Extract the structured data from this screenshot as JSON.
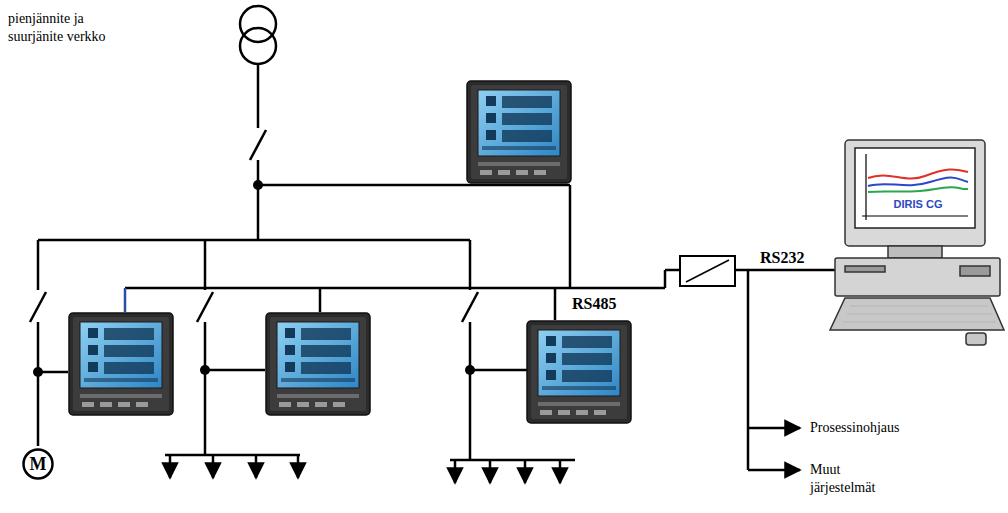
{
  "diagram": {
    "nodes": [
      {
        "text": [
          "M"
        ]
      },
      {
        "text": [
          "DIRIS CG"
        ]
      }
    ],
    "labels": [
      "pienjännite ja suurjänite verkko",
      "RS485",
      "RS232",
      "Prosessinohjaus",
      "Muut järjestelmät"
    ]
  }
}
